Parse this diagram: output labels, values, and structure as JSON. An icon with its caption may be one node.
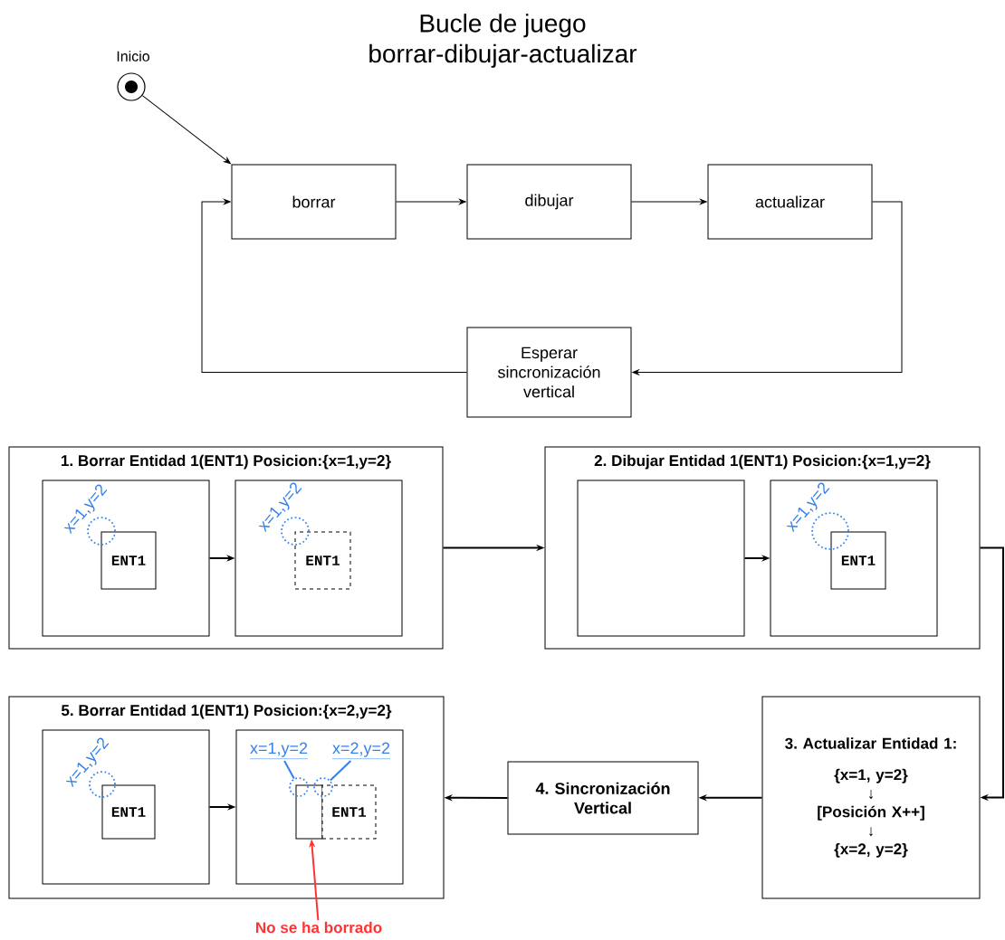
{
  "diagram": {
    "title": "Bucle de juego borrar-dibujar-actualizar",
    "nodes": [
      {
        "text": [],
        "shape": "circle",
        "beside": [
          "Inicio"
        ]
      },
      {
        "text": [
          "borrar"
        ]
      },
      {
        "text": [
          "dibujar"
        ]
      },
      {
        "text": [
          "actualizar"
        ]
      },
      {
        "text": [
          "Esperar sincronización vertical"
        ]
      },
      {
        "text": [
          "1. Borrar Entidad 1(ENT1) Posicion:{x=1,y=2}"
        ]
      },
      {
        "text": [],
        "shape": "box",
        "in": 5
      },
      {
        "text": [
          "ENT1"
        ],
        "in": 6
      },
      {
        "text": [],
        "shape": "box",
        "in": 5
      },
      {
        "text": [
          "ENT1"
        ],
        "in": 8
      },
      {
        "text": [
          "2. Dibujar Entidad 1(ENT1) Posicion:{x=1,y=2}"
        ]
      },
      {
        "text": [],
        "shape": "box",
        "in": 10
      },
      {
        "text": [],
        "shape": "box",
        "in": 10
      },
      {
        "text": [
          "ENT1"
        ],
        "in": 12
      },
      {
        "text": [
          "3. Actualizar Entidad 1:",
          "{x=1, y=2}",
          "↓",
          "[Posición X++]",
          "↓",
          "{x=2, y=2}"
        ]
      },
      {
        "text": [
          "4. Sincronización Vertical"
        ]
      },
      {
        "text": [
          "5. Borrar Entidad 1(ENT1) Posicion:{x=2,y=2}"
        ]
      },
      {
        "text": [],
        "shape": "box",
        "in": 16
      },
      {
        "text": [
          "ENT1"
        ],
        "in": 17
      },
      {
        "text": [],
        "shape": "box",
        "in": 16
      },
      {
        "text": [],
        "shape": "box",
        "in": 19
      },
      {
        "text": [
          "ENT1"
        ],
        "in": 19
      },
      {
        "text": [
          "x=1,y=2"
        ],
        "in": 19
      },
      {
        "text": [],
        "shape": "circle",
        "in": 19
      },
      {
        "text": [
          "x=2,y=2"
        ],
        "in": 19
      },
      {
        "text": [],
        "shape": "circle",
        "in": 19
      },
      {
        "text": [
          "No se ha borrado"
        ]
      }
    ],
    "edges": [
      {
        "from": 0,
        "to": 1,
        "arrow": "to"
      },
      {
        "from": 1,
        "to": 2,
        "arrow": "to"
      },
      {
        "from": 2,
        "to": 3,
        "arrow": "to"
      },
      {
        "from": 3,
        "to": 4,
        "arrow": "to"
      },
      {
        "from": 4,
        "to": 1,
        "arrow": "to"
      },
      {
        "from": 6,
        "to": 8,
        "arrow": "to"
      },
      {
        "from": 5,
        "to": 10,
        "arrow": "to"
      },
      {
        "from": 11,
        "to": 12,
        "arrow": "to"
      },
      {
        "from": 10,
        "to": 14,
        "arrow": "to"
      },
      {
        "from": 14,
        "to": 15,
        "arrow": "to"
      },
      {
        "from": 15,
        "to": 16,
        "arrow": "to"
      },
      {
        "from": 17,
        "to": 19,
        "arrow": "to"
      },
      {
        "from": 22,
        "to": 23,
        "arrow": "none",
        "color": "#3380e8"
      },
      {
        "from": 24,
        "to": 25,
        "arrow": "none",
        "color": "#3380e8"
      },
      {
        "from": 26,
        "to": 20,
        "arrow": "to",
        "color": "#ff3333"
      }
    ],
    "labels": [
      "x=1,y=2",
      "x=1,y=2",
      "x=1,y=2",
      "x=1,y=2"
    ]
  }
}
